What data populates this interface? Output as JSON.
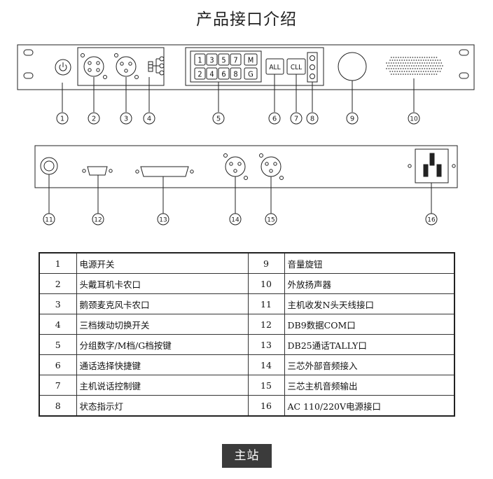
{
  "title": "产品接口介绍",
  "front_panel": {
    "group_buttons": [
      "1",
      "3",
      "5",
      "7",
      "M",
      "2",
      "4",
      "6",
      "8",
      "G"
    ],
    "all_button": "ALL",
    "cll_button": "CLL"
  },
  "callouts": [
    "1",
    "2",
    "3",
    "4",
    "5",
    "6",
    "7",
    "8",
    "9",
    "10",
    "11",
    "12",
    "13",
    "14",
    "15",
    "16"
  ],
  "ports": {
    "rows": [
      {
        "n1": "1",
        "d1": "电源开关",
        "n2": "9",
        "d2": "音量旋钮"
      },
      {
        "n1": "2",
        "d1": "头戴耳机卡农口",
        "n2": "10",
        "d2": "外放扬声器"
      },
      {
        "n1": "3",
        "d1": "鹅颈麦克风卡农口",
        "n2": "11",
        "d2": "主机收发N头天线接口"
      },
      {
        "n1": "4",
        "d1": "三档拨动切换开关",
        "n2": "12",
        "d2": "DB9数据COM口"
      },
      {
        "n1": "5",
        "d1": "分组数字/M档/G档按键",
        "n2": "13",
        "d2": "DB25通话TALLY口"
      },
      {
        "n1": "6",
        "d1": "通话选择快捷键",
        "n2": "14",
        "d2": "三芯外部音频接入"
      },
      {
        "n1": "7",
        "d1": "主机说话控制键",
        "n2": "15",
        "d2": "三芯主机音频输出"
      },
      {
        "n1": "8",
        "d1": "状态指示灯",
        "n2": "16",
        "d2": "AC 110/220V电源接口"
      }
    ]
  },
  "badge": "主站"
}
